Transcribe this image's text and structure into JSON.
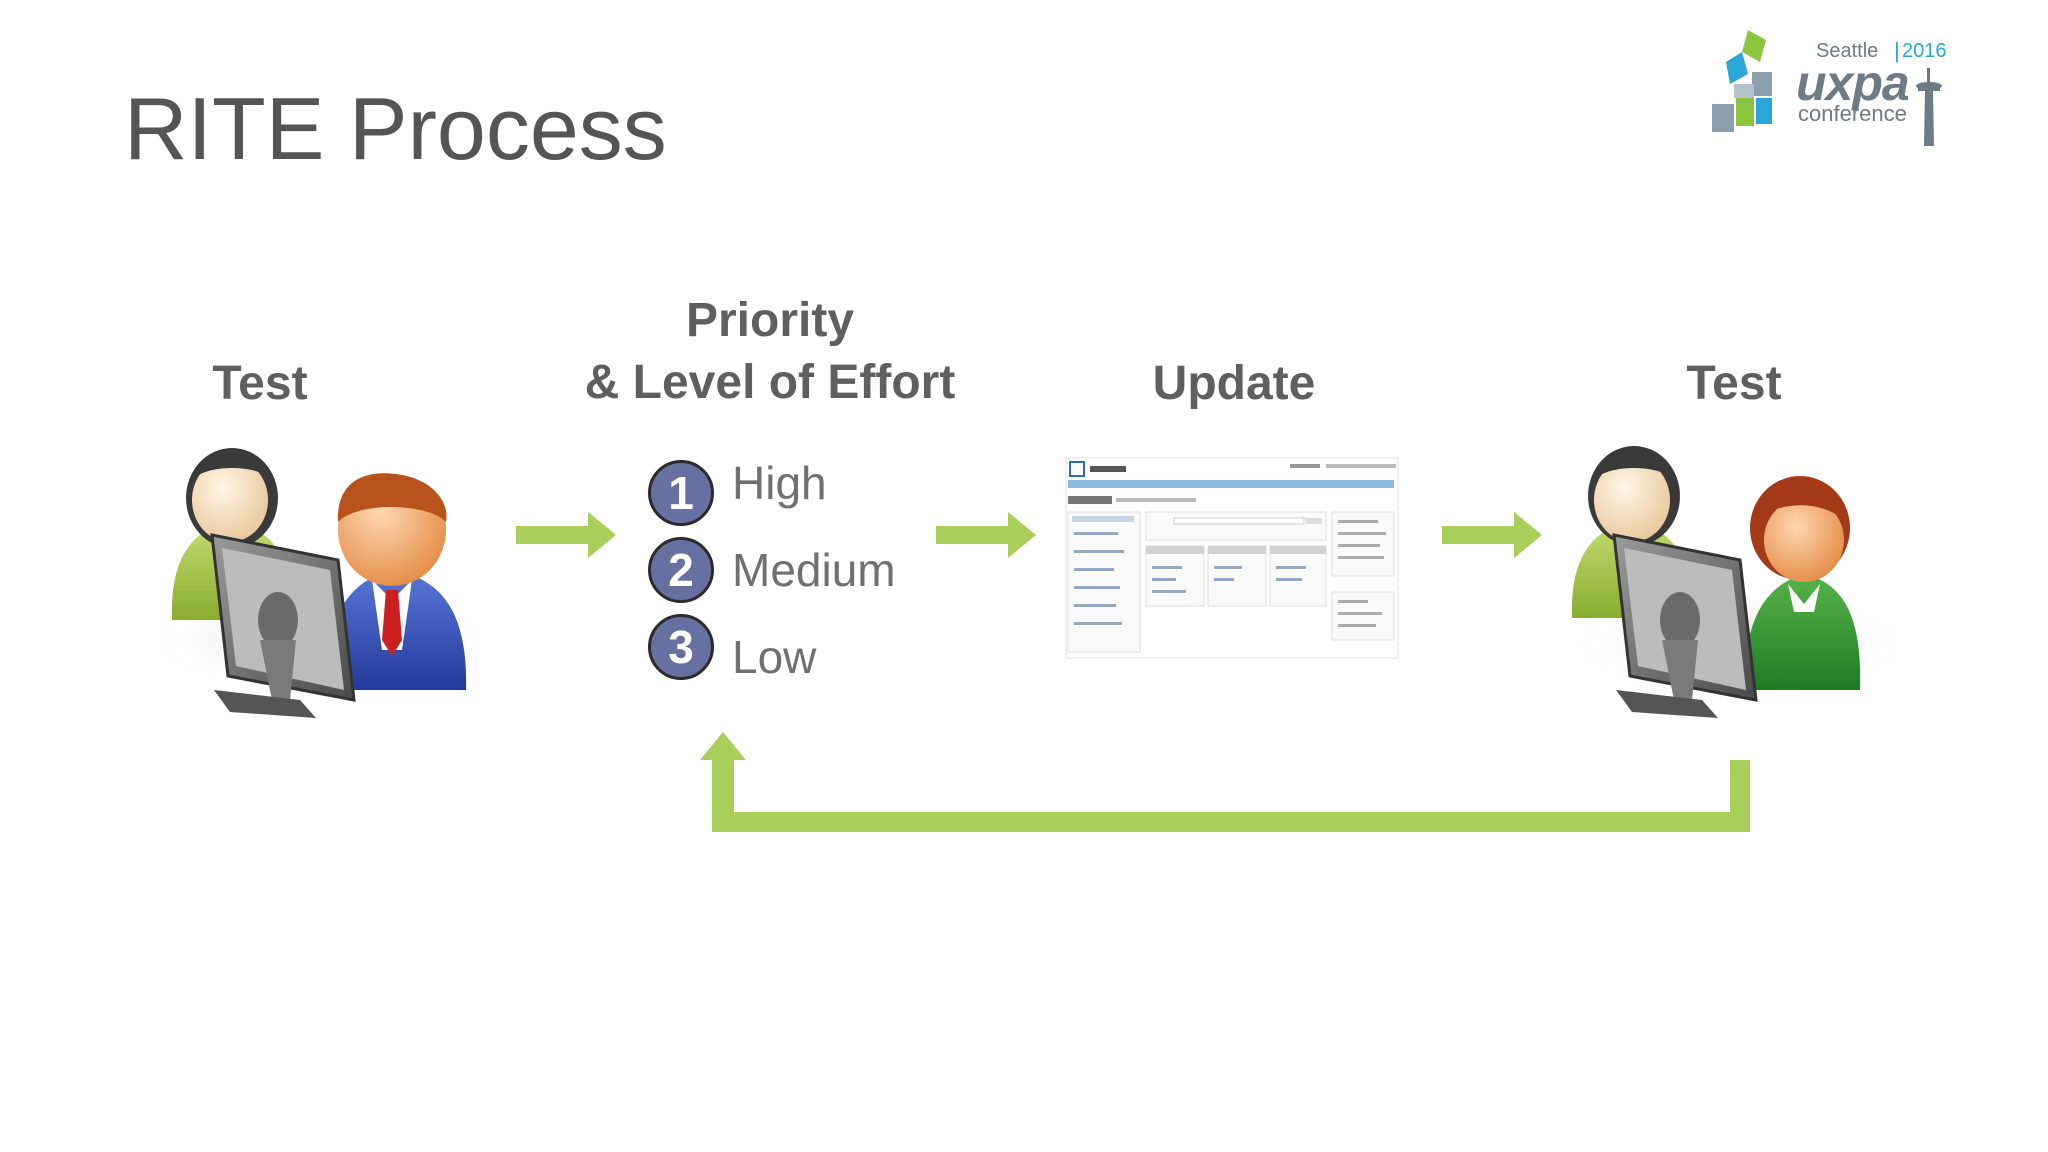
{
  "slide": {
    "title": "RITE Process"
  },
  "logo": {
    "city": "Seattle",
    "year": "2016",
    "brand": "uxpa",
    "subtitle": "conference"
  },
  "steps": [
    {
      "label": "Test"
    },
    {
      "label_line1": "Priority",
      "label_line2": "& Level of Effort"
    },
    {
      "label": "Update"
    },
    {
      "label": "Test"
    }
  ],
  "priorities": [
    {
      "number": "1",
      "text": "High"
    },
    {
      "number": "2",
      "text": "Medium"
    },
    {
      "number": "3",
      "text": "Low"
    }
  ],
  "colors": {
    "arrow": "#a8cf5a",
    "badge": "#6670a1",
    "title_text": "#555555",
    "label_text": "#5f5f5f",
    "logo_blue": "#2aa7d8",
    "logo_green": "#8cc63f"
  },
  "icons": {
    "user_test_left": "people-at-computer-icon",
    "user_test_right": "people-at-computer-icon",
    "update": "webpage-screenshot-icon"
  }
}
